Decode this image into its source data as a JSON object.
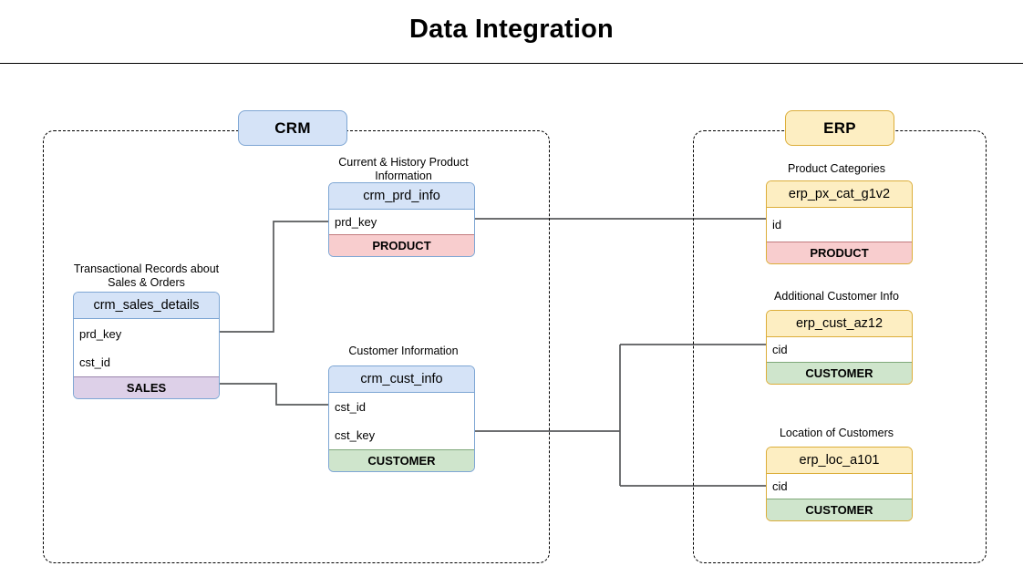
{
  "page": {
    "title": "Data Integration"
  },
  "systems": [
    {
      "key": "crm",
      "badge_label": "CRM",
      "accent": "#7ea6d4",
      "fill": "#d5e3f7"
    },
    {
      "key": "erp",
      "badge_label": "ERP",
      "accent": "#dcae3a",
      "fill": "#fdeec2"
    }
  ],
  "entities": [
    {
      "id": "crm_prd_info",
      "system": "crm",
      "caption": "Current & History Product\nInformation",
      "name": "crm_prd_info",
      "fields": [
        "prd_key"
      ],
      "footer": "PRODUCT",
      "footer_kind": "product"
    },
    {
      "id": "crm_sales_details",
      "system": "crm",
      "caption": "Transactional Records about\nSales & Orders",
      "name": "crm_sales_details",
      "fields": [
        "prd_key",
        "cst_id"
      ],
      "footer": "SALES",
      "footer_kind": "sales"
    },
    {
      "id": "crm_cust_info",
      "system": "crm",
      "caption": "Customer Information",
      "name": "crm_cust_info",
      "fields": [
        "cst_id",
        "cst_key"
      ],
      "footer": "CUSTOMER",
      "footer_kind": "customer"
    },
    {
      "id": "erp_px_cat_g1v2",
      "system": "erp",
      "caption": "Product Categories",
      "name": "erp_px_cat_g1v2",
      "fields": [
        "id"
      ],
      "footer": "PRODUCT",
      "footer_kind": "product"
    },
    {
      "id": "erp_cust_az12",
      "system": "erp",
      "caption": "Additional Customer Info",
      "name": "erp_cust_az12",
      "fields": [
        "cid"
      ],
      "footer": "CUSTOMER",
      "footer_kind": "customer"
    },
    {
      "id": "erp_loc_a101",
      "system": "erp",
      "caption": "Location of Customers",
      "name": "erp_loc_a101",
      "fields": [
        "cid"
      ],
      "footer": "CUSTOMER",
      "footer_kind": "customer"
    }
  ],
  "relationships": [
    {
      "from": "crm_sales_details.prd_key",
      "to": "crm_prd_info.prd_key"
    },
    {
      "from": "crm_sales_details.cst_id",
      "to": "crm_cust_info.cst_id"
    },
    {
      "from": "crm_prd_info.prd_key",
      "to": "erp_px_cat_g1v2.id"
    },
    {
      "from": "crm_cust_info.cst_key",
      "to": "erp_cust_az12.cid"
    },
    {
      "from": "crm_cust_info.cst_key",
      "to": "erp_loc_a101.cid"
    }
  ],
  "colors": {
    "crm_accent": "#7ea6d4",
    "crm_fill": "#d5e3f7",
    "erp_accent": "#dcae3a",
    "erp_fill": "#fdeec2",
    "product_band": "#f8cdce",
    "customer_band": "#cfe5cc",
    "sales_band": "#ddd0e8",
    "connector": "#000000",
    "container_border": "#000000"
  }
}
